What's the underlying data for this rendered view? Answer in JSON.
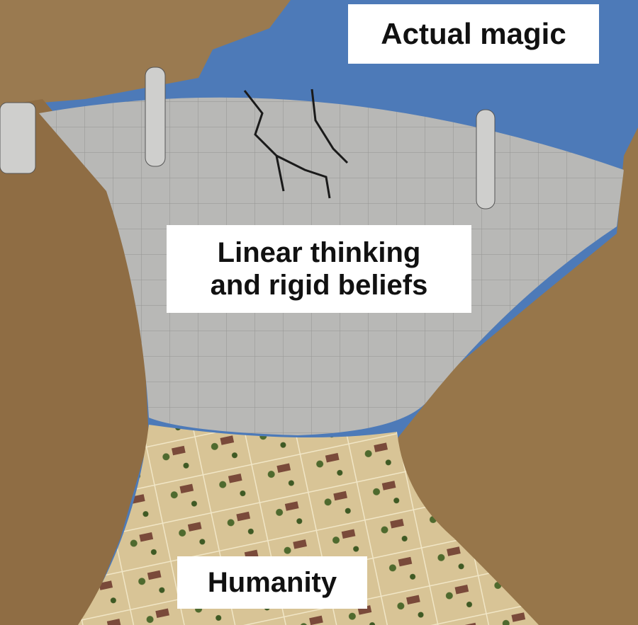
{
  "labels": {
    "water": "Actual magic",
    "dam_line1": "Linear thinking",
    "dam_line2": "and rigid beliefs",
    "town": "Humanity"
  },
  "colors": {
    "water": "#4d7ab8",
    "dam": "#b8b8b6",
    "rock": "#8a6a45",
    "town": "#d8c496"
  }
}
